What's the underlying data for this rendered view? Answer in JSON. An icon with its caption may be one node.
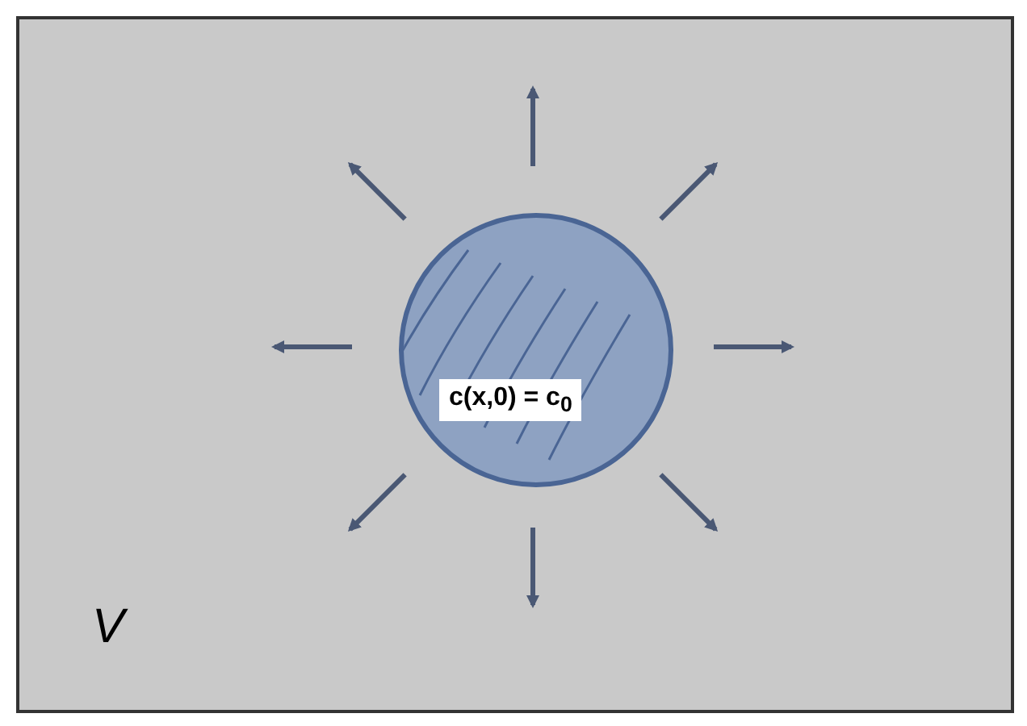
{
  "diagram": {
    "nodes": [
      {
        "text": [
          "V"
        ]
      },
      {
        "text": [
          "c(x,0) = c$_{0}$"
        ],
        "in": 0
      }
    ]
  }
}
